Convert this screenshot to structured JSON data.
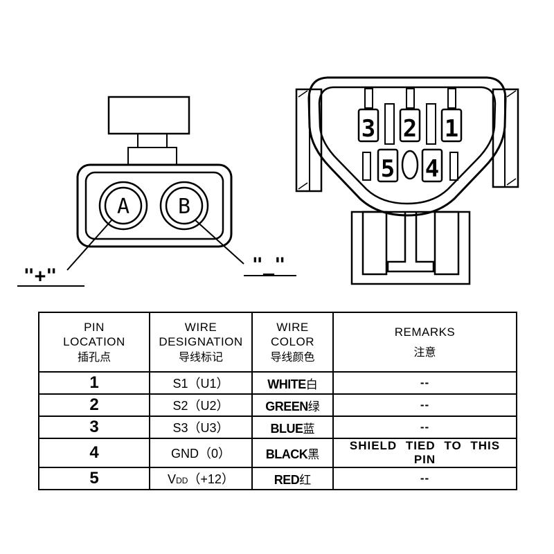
{
  "diagram": {
    "background": "#ffffff",
    "line_color": "#000000",
    "connector_2pin": {
      "pin_a": "A",
      "pin_b": "B",
      "plus_label": "\"+\"",
      "minus_label": "\"_\""
    },
    "connector_5pin": {
      "pins_top": [
        "3",
        "2",
        "1"
      ],
      "pins_bottom": [
        "5",
        "4"
      ]
    }
  },
  "table": {
    "columns": [
      {
        "l1": "PIN",
        "l2": "LOCATION",
        "zh": "插孔点"
      },
      {
        "l1": "WIRE",
        "l2": "DESIGNATION",
        "zh": "导线标记"
      },
      {
        "l1": "WIRE",
        "l2": "COLOR",
        "zh": "导线颜色"
      },
      {
        "l1": "REMARKS",
        "l2": "",
        "zh": "注意"
      }
    ],
    "rows": [
      {
        "pin": "1",
        "d1": "S1",
        "dsub": "",
        "d2": "（U1）",
        "color_en": "WHITE",
        "color_zh": "白",
        "remark": "--"
      },
      {
        "pin": "2",
        "d1": "S2",
        "dsub": "",
        "d2": "（U2）",
        "color_en": "GREEN",
        "color_zh": "绿",
        "remark": "--"
      },
      {
        "pin": "3",
        "d1": "S3",
        "dsub": "",
        "d2": "（U3）",
        "color_en": "BLUE",
        "color_zh": "蓝",
        "remark": "--"
      },
      {
        "pin": "4",
        "d1": "GND",
        "dsub": "",
        "d2": "（0）",
        "color_en": "BLACK",
        "color_zh": "黑",
        "remark": "SHIELD TIED TO THIS PIN"
      },
      {
        "pin": "5",
        "d1": "V",
        "dsub": "DD",
        "d2": "（+12）",
        "color_en": "RED",
        "color_zh": "红",
        "remark": "--"
      }
    ]
  }
}
